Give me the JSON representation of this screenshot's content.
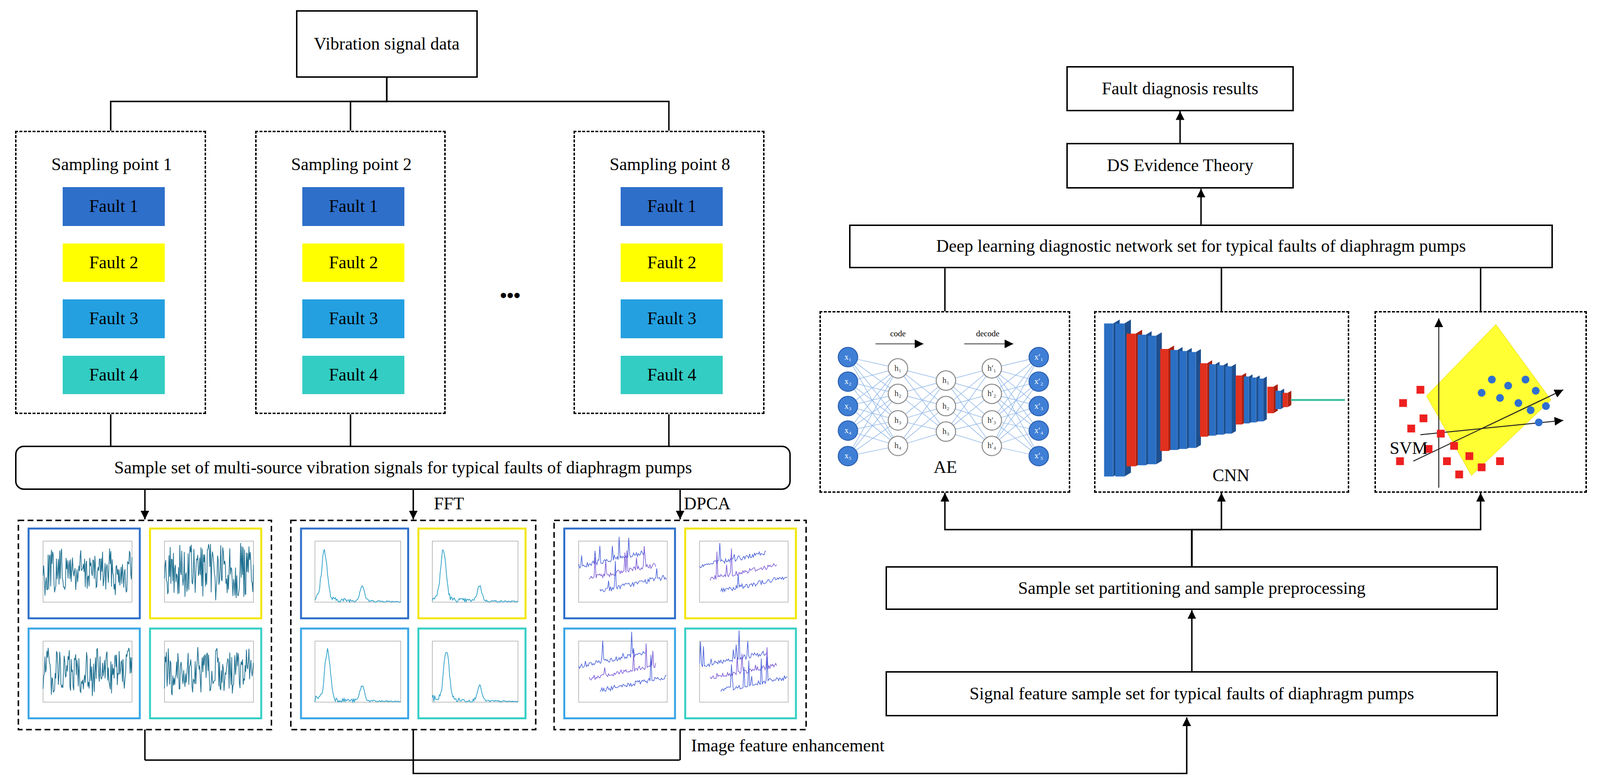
{
  "diagram": {
    "nodes": [
      {
        "text": [
          "Vibration signal data"
        ]
      },
      {
        "text": [
          "Sampling point 1"
        ]
      },
      {
        "text": [
          "Fault 1"
        ],
        "in": 1
      },
      {
        "text": [
          "Fault 2"
        ],
        "in": 1
      },
      {
        "text": [
          "Fault 3"
        ],
        "in": 1
      },
      {
        "text": [
          "Fault 4"
        ],
        "in": 1
      },
      {
        "text": [
          "Sampling point 2"
        ]
      },
      {
        "text": [
          "Fault 1"
        ],
        "in": 6
      },
      {
        "text": [
          "Fault 2"
        ],
        "in": 6
      },
      {
        "text": [
          "Fault 3"
        ],
        "in": 6
      },
      {
        "text": [
          "Fault 4"
        ],
        "in": 6
      },
      {
        "text": [
          "Sampling point 8"
        ]
      },
      {
        "text": [
          "Fault 1"
        ],
        "in": 11
      },
      {
        "text": [
          "Fault 2"
        ],
        "in": 11
      },
      {
        "text": [
          "Fault 3"
        ],
        "in": 11
      },
      {
        "text": [
          "Fault 4"
        ],
        "in": 11
      },
      {
        "text": [
          "Sample set of multi-source vibration signals for typical faults of diaphragm pumps"
        ]
      },
      {
        "text": [
          "Fault diagnosis results"
        ]
      },
      {
        "text": [
          "DS Evidence Theory"
        ]
      },
      {
        "text": [
          "Deep learning diagnostic network set for typical faults of diaphragm pumps"
        ]
      },
      {
        "text": [
          "AE"
        ]
      },
      {
        "text": [
          "CNN"
        ]
      },
      {
        "text": [
          "SVM"
        ]
      },
      {
        "text": [
          "Sample set partitioning and sample preprocessing"
        ]
      },
      {
        "text": [
          "Signal feature sample set for typical faults of diaphragm pumps"
        ]
      }
    ],
    "edges": [
      {
        "from": 0,
        "to": 1,
        "arrow": "none"
      },
      {
        "from": 0,
        "to": 6,
        "arrow": "none"
      },
      {
        "from": 0,
        "to": 11,
        "arrow": "none"
      },
      {
        "from": 1,
        "to": 16,
        "arrow": "none"
      },
      {
        "from": 6,
        "to": 16,
        "arrow": "none"
      },
      {
        "from": 11,
        "to": 16,
        "arrow": "none"
      },
      {
        "from": 24,
        "to": 23,
        "arrow": "to"
      },
      {
        "from": 23,
        "to": 20,
        "arrow": "to"
      },
      {
        "from": 23,
        "to": 21,
        "arrow": "to"
      },
      {
        "from": 23,
        "to": 22,
        "arrow": "to"
      },
      {
        "from": 20,
        "to": 19,
        "arrow": "none"
      },
      {
        "from": 21,
        "to": 19,
        "arrow": "none"
      },
      {
        "from": 22,
        "to": 19,
        "arrow": "none"
      },
      {
        "from": 19,
        "to": 18,
        "arrow": "to"
      },
      {
        "from": 18,
        "to": 17,
        "arrow": "to"
      }
    ],
    "labels": [
      "•••",
      "FFT",
      "DPCA",
      "Image feature enhancement",
      "code",
      "decode",
      "x₁",
      "x₂",
      "x₃",
      "x₄",
      "x₅",
      "h₁",
      "h₂",
      "h₃",
      "h₄",
      "h₁",
      "h₂",
      "h₃",
      "h′₁",
      "h′₂",
      "h′₃",
      "h′₄",
      "x′₁",
      "x′₂",
      "x′₃",
      "x′₄",
      "x′₅"
    ]
  }
}
